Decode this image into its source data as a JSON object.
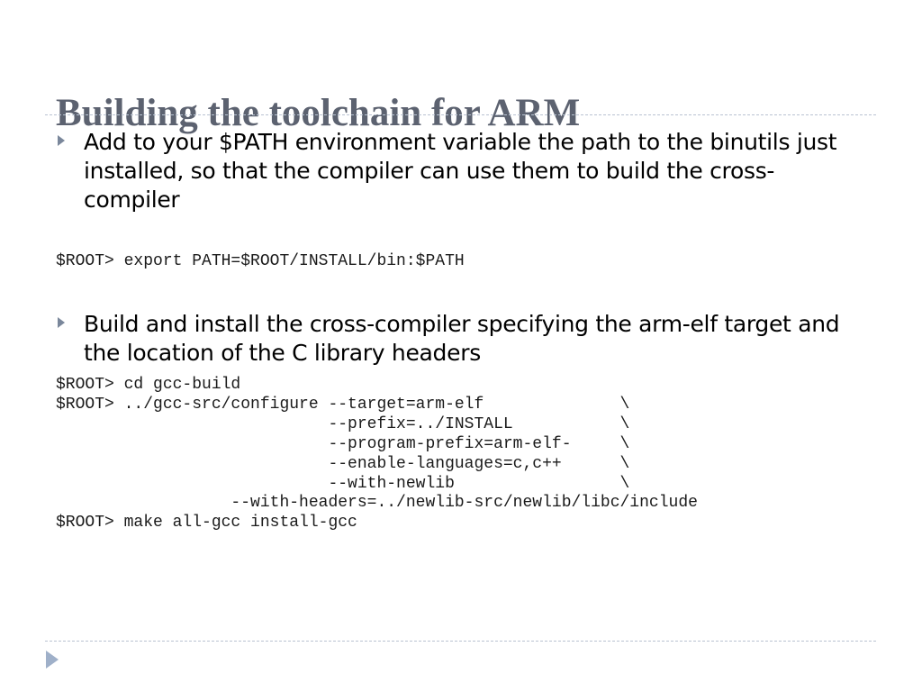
{
  "slide": {
    "title": "Building the toolchain for ARM",
    "bullets": [
      {
        "text": "Add to your $PATH environment variable the path to the binutils just installed, so that the compiler can use them to build the cross-compiler",
        "code": "$ROOT> export PATH=$ROOT/INSTALL/bin:$PATH"
      },
      {
        "text": "Build and install the cross-compiler specifying the arm-elf target and the location of the C library headers",
        "code": "$ROOT> cd gcc-build\n$ROOT> ../gcc-src/configure --target=arm-elf              \\\n                            --prefix=../INSTALL           \\\n                            --program-prefix=arm-elf-     \\\n                            --enable-languages=c,c++      \\\n                            --with-newlib                 \\\n                  --with-headers=../newlib-src/newlib/libc/include\n$ROOT> make all-gcc install-gcc"
      }
    ]
  },
  "colors": {
    "title": "#5c6270",
    "bullet_marker": "#7a879b",
    "rule": "#b9c3d1",
    "nav_arrow": "#9fb0c9"
  },
  "icons": {
    "bullet_marker": "triangle-bullet-icon",
    "nav": "next-slide-arrow-icon"
  }
}
